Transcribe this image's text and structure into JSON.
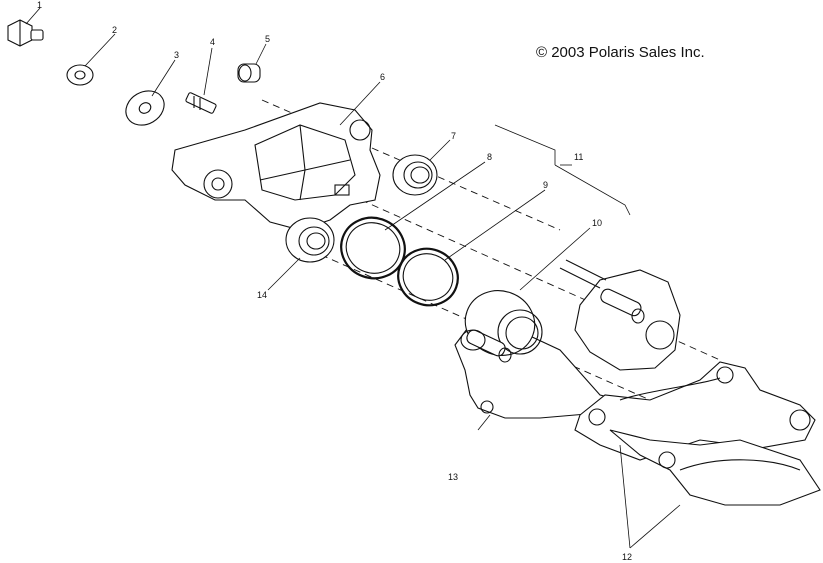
{
  "copyright": "© 2003 Polaris Sales Inc.",
  "callouts": [
    "1",
    "2",
    "3",
    "4",
    "5",
    "6",
    "7",
    "8",
    "9",
    "10",
    "11",
    "12",
    "13",
    "14"
  ]
}
